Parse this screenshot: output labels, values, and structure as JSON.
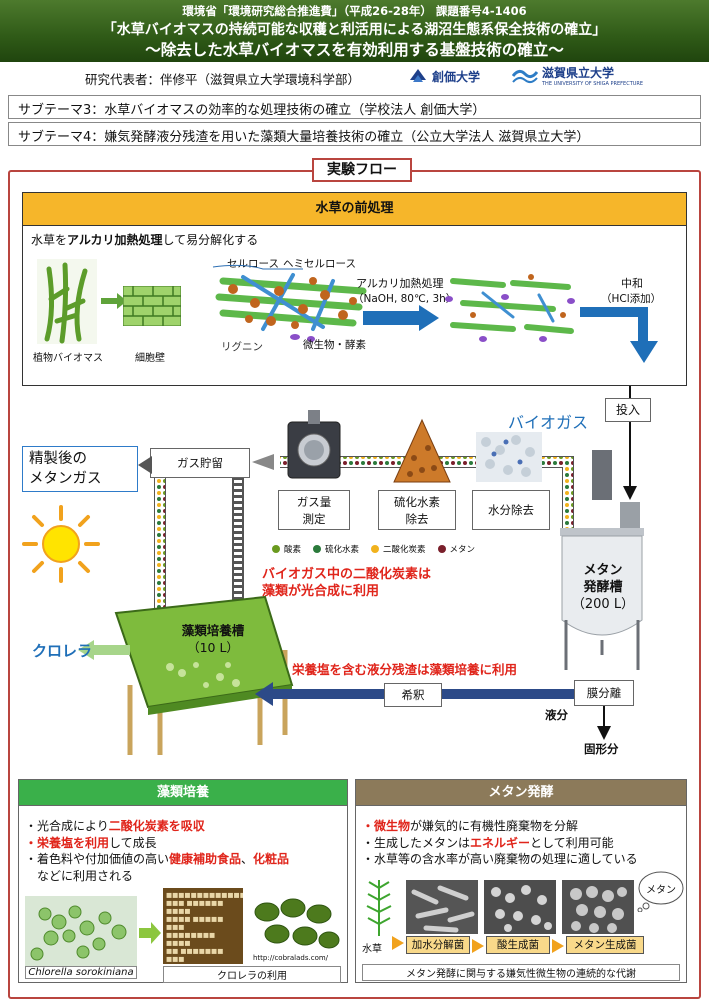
{
  "header": {
    "line1": "環境省「環境研究総合推進費」（平成26-28年） 課題番号4-1406",
    "line2": "「水草バイオマスの持続可能な収穫と利活用による湖沼生態系保全技術の確立」",
    "line3": "～除去した水草バイオマスを有効利用する基盤技術の確立～"
  },
  "representative": "研究代表者：伴修平（滋賀県立大学環境科学部）",
  "logos": {
    "soka": "創価大学",
    "shiga": "滋賀県立大学",
    "shiga_en": "THE UNIVERSITY OF SHIGA PREFECTURE"
  },
  "subthemes": [
    "サブテーマ3：水草バイオマスの効率的な処理技術の確立（学校法人 創価大学）",
    "サブテーマ4：嫌気発酵液分残渣を用いた藻類大量培養技術の確立（公立大学法人 滋賀県立大学）"
  ],
  "flow_title": "実験フロー",
  "pretreatment": {
    "title": "水草の前処理",
    "desc_prefix": "水草を",
    "desc_bold": "アルカリ加熱処理",
    "desc_suffix": "して易分解化する",
    "plant_label": "植物バイオマス",
    "cellwall_label": "細胞壁",
    "cellulose": "セルロース",
    "hemicellulose": "ヘミセルロース",
    "lignin": "リグニン",
    "microbe_enzyme": "微生物・酵素",
    "alkali": "アルカリ加熱処理",
    "alkali_cond": "（NaOH, 80℃, 3h）",
    "neutralize": "中和",
    "neutralize_cond": "（HCl添加）"
  },
  "flow": {
    "input": "投入",
    "biogas": "バイオガス",
    "purified": [
      "精製後の",
      "メタンガス"
    ],
    "gas_storage": "ガス貯留",
    "gas_measure": [
      "ガス量",
      "測定"
    ],
    "h2s_removal": [
      "硫化水素",
      "除去"
    ],
    "water_removal": "水分除去",
    "fermenter": [
      "メタン",
      "発酵槽",
      "（200 L）"
    ],
    "algae_tank": [
      "藻類培養槽",
      "（10 L）"
    ],
    "chlorella": "クロレラ",
    "co2_text": [
      "バイオガス中の二酸化炭素は",
      "藻類が光合成に利用"
    ],
    "nutrient_text": "栄養塩を含む液分残渣は藻類培養に利用",
    "dilution": "希釈",
    "membrane": "膜分離",
    "liquid": "液分",
    "solid": "固形分",
    "legend": [
      {
        "label": "酸素",
        "color": "#6a9a1f"
      },
      {
        "label": "硫化水素",
        "color": "#2b7a3b"
      },
      {
        "label": "二酸化炭素",
        "color": "#f1b21d"
      },
      {
        "label": "メタン",
        "color": "#7a1f2b"
      }
    ]
  },
  "algae_panel": {
    "title": "藻類培養",
    "b1_pre": "・光合成により",
    "b1_red": "二酸化炭素を吸収",
    "b2_red": "・栄養塩を利用",
    "b2_post": "して成長",
    "b3_pre": "・着色料や付加価値の高い",
    "b3_red1": "健康補助食品",
    "b3_mid": "、",
    "b3_red2": "化粧品",
    "b4": "　などに利用される",
    "caption1": "Chlorella sorokiniana",
    "caption2": "クロレラの利用",
    "url": "http://cobralads.com/"
  },
  "methane_panel": {
    "title": "メタン発酵",
    "b1_red": "・微生物",
    "b1_post": "が嫌気的に有機性廃棄物を分解",
    "b2_pre": "・生成したメタンは",
    "b2_red": "エネルギー",
    "b2_post": "として利用可能",
    "b3": "・水草等の含水率が高い廃棄物の処理に適している",
    "methane_bubble": "メタン",
    "waterweed": "水草",
    "step1": "加水分解菌",
    "step2": "酸生成菌",
    "step3": "メタン生成菌",
    "caption": "メタン発酵に関与する嫌気性微生物の連続的な代謝"
  }
}
